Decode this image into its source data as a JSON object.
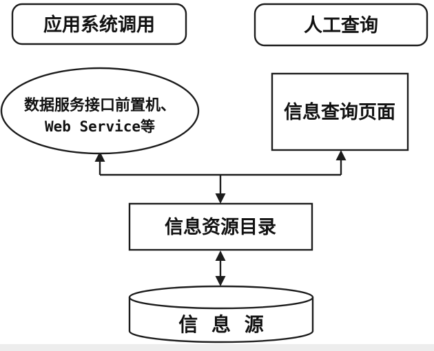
{
  "diagram": {
    "kind": "architecture-flow-diagram",
    "language": "zh-CN",
    "colors": {
      "line": "#1c1c1c",
      "text": "#111111",
      "background": "#ffffff",
      "bottom_strip": "#ededed"
    },
    "nodes": {
      "app_system_call": {
        "label": "应用系统调用",
        "shape": "rounded-rectangle"
      },
      "manual_query": {
        "label": "人工查询",
        "shape": "rounded-rectangle"
      },
      "data_service_frontend": {
        "label_line1": "数据服务接口前置机、",
        "label_line2": "Web Service等",
        "shape": "ellipse"
      },
      "info_query_page": {
        "label": "信息查询页面",
        "shape": "rectangle"
      },
      "info_resource_catalog": {
        "label": "信息资源目录",
        "shape": "rectangle"
      },
      "info_source": {
        "label": "信 息 源",
        "shape": "cylinder"
      }
    },
    "edges": [
      {
        "from": "info_resource_catalog",
        "to": "data_service_frontend",
        "type": "arrow",
        "direction": "up"
      },
      {
        "from": "info_resource_catalog",
        "to": "info_query_page",
        "type": "arrow",
        "direction": "up"
      },
      {
        "from": "junction",
        "to": "info_resource_catalog",
        "type": "arrow",
        "direction": "down"
      },
      {
        "from": "info_resource_catalog",
        "to": "info_source",
        "type": "double-arrow",
        "direction": "both"
      }
    ]
  }
}
